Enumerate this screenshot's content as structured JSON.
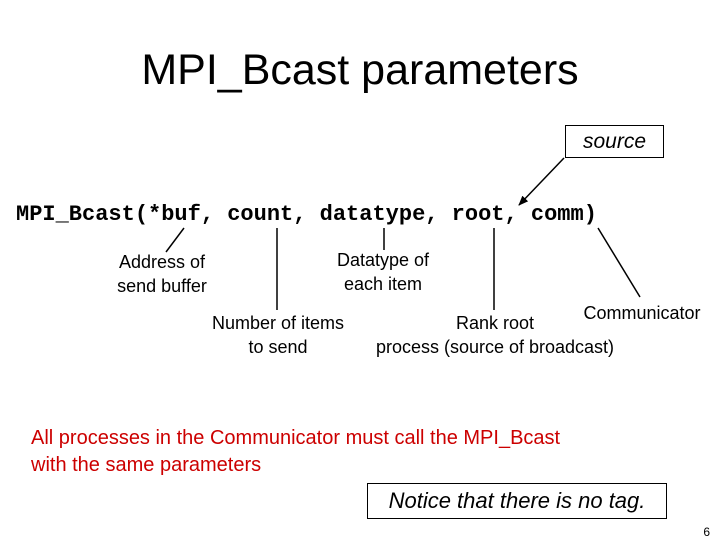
{
  "slide": {
    "title": "MPI_Bcast parameters",
    "signature": "MPI_Bcast(*buf, count, datatype, root, comm)",
    "source_callout": "source",
    "labels": {
      "buf_line1": "Address of",
      "buf_line2": "send buffer",
      "count_line1": "Number of items",
      "count_line2": "to send",
      "datatype_line1": "Datatype of",
      "datatype_line2": "each item",
      "root_line1": "Rank root",
      "root_line2": "process (source of broadcast)",
      "comm": "Communicator"
    },
    "note_line1": "All processes in the Communicator must call the MPI_Bcast",
    "note_line2": "with the same parameters",
    "tag_note": "Notice that there is no tag.",
    "page_number": "6"
  },
  "colors": {
    "note_text": "#cc0000",
    "text": "#000000",
    "background": "#ffffff"
  }
}
